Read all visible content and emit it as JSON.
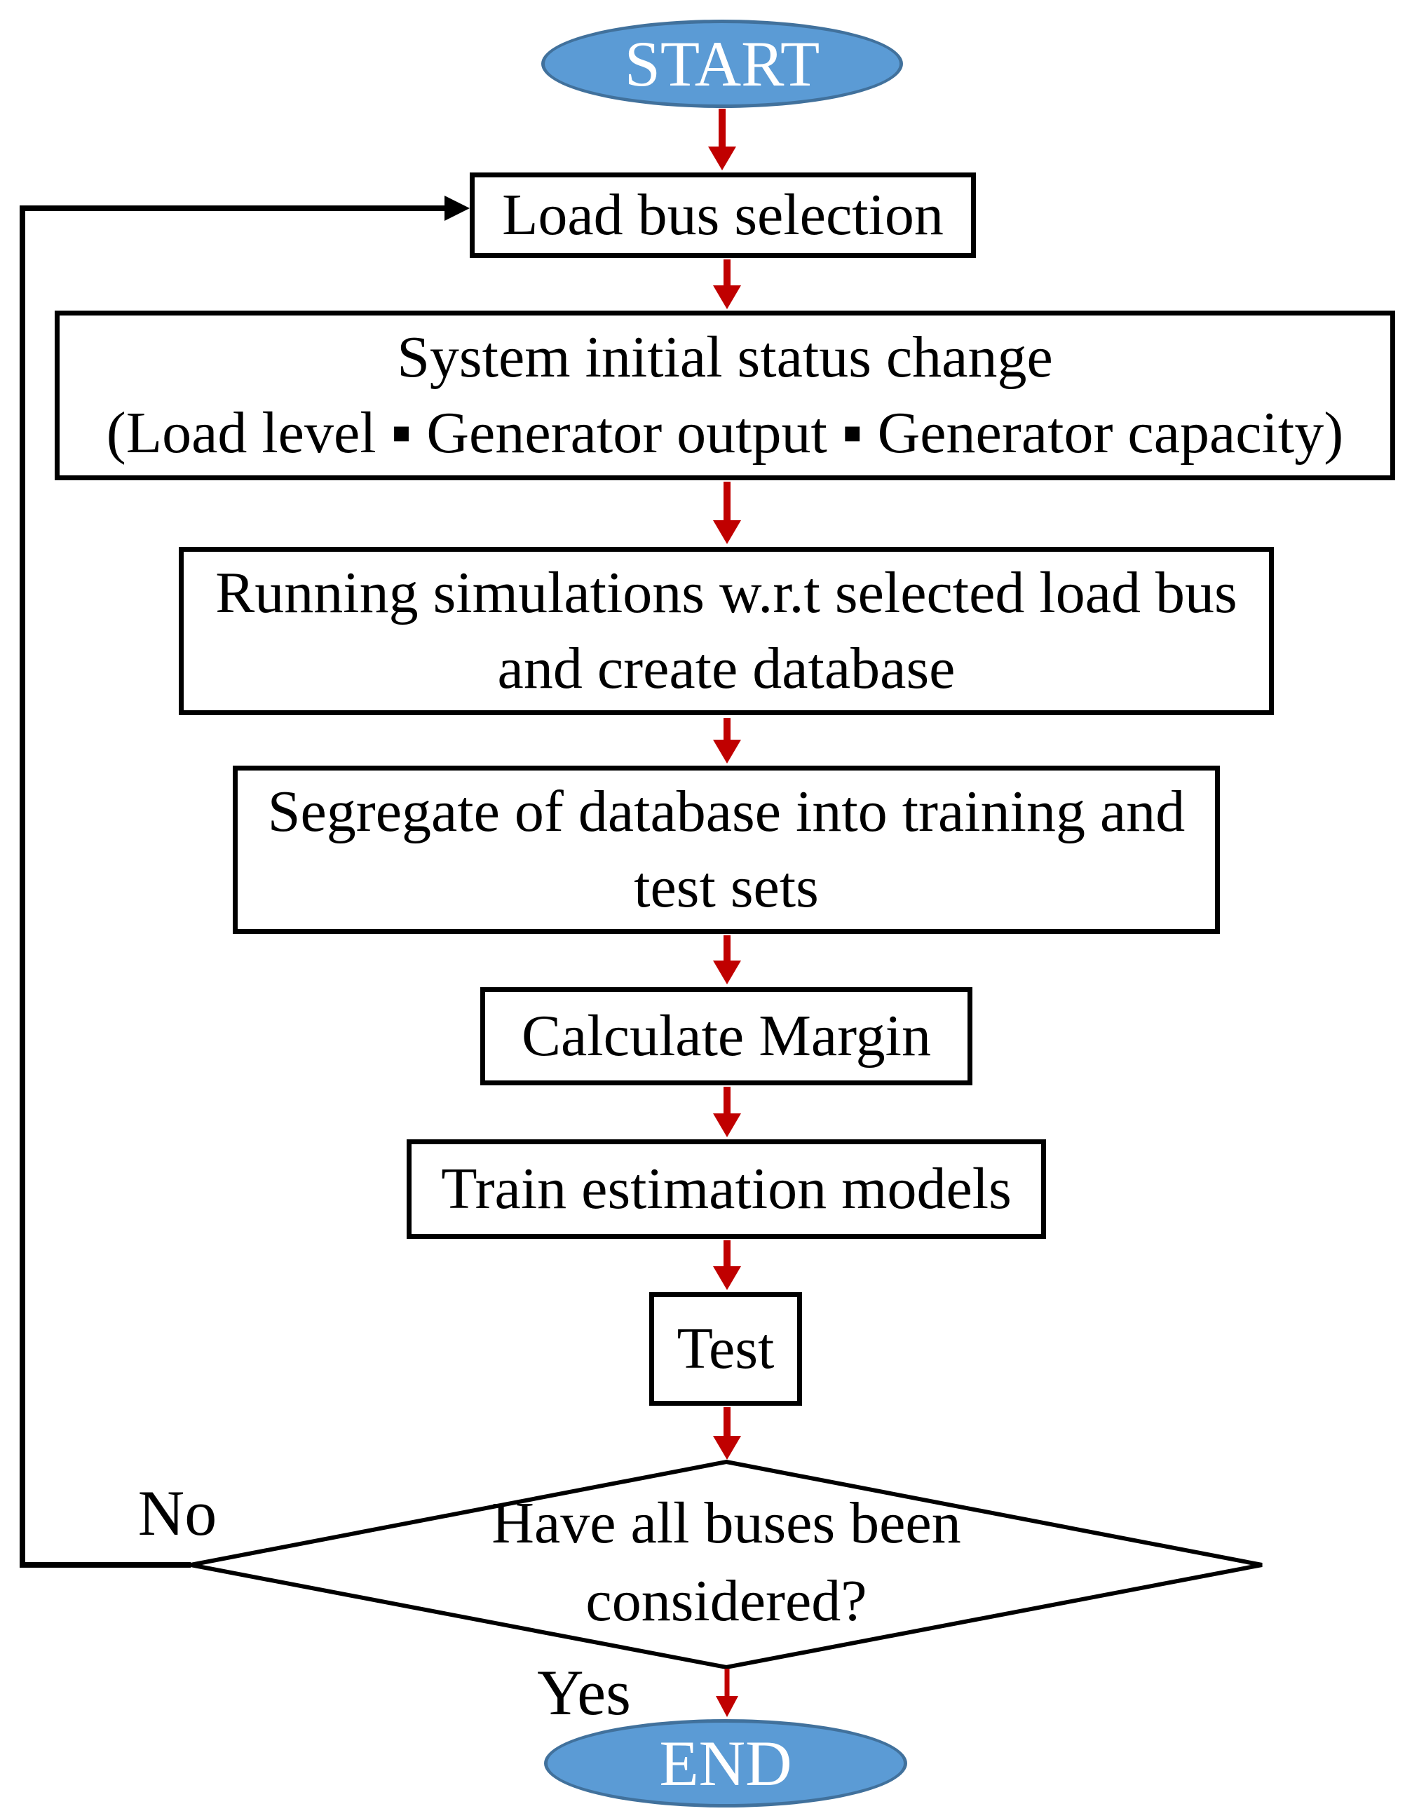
{
  "flowchart": {
    "nodes": {
      "start": {
        "label": "START",
        "type": "terminator"
      },
      "load_bus_selection": {
        "label": "Load bus selection",
        "type": "process"
      },
      "system_initial_status": {
        "line1": "System initial status change",
        "line2": "(Load level ▪ Generator output ▪ Generator capacity)",
        "type": "process"
      },
      "running_simulations": {
        "line1": "Running simulations w.r.t selected load bus",
        "line2": "and create database",
        "type": "process"
      },
      "segregate_database": {
        "line1": "Segregate of database into training and",
        "line2": "test sets",
        "type": "process"
      },
      "calculate_margin": {
        "label": "Calculate Margin",
        "type": "process"
      },
      "train_estimation_models": {
        "label": "Train estimation models",
        "type": "process"
      },
      "test": {
        "label": "Test",
        "type": "process"
      },
      "decision_all_buses": {
        "line1": "Have all buses been",
        "line2": "considered?",
        "type": "decision"
      },
      "end": {
        "label": "END",
        "type": "terminator"
      }
    },
    "edge_labels": {
      "no": "No",
      "yes": "Yes"
    },
    "colors": {
      "terminator_fill": "#5B9BD5",
      "terminator_border": "#41719C",
      "arrow_red": "#C00000",
      "line_black": "#000000"
    }
  }
}
